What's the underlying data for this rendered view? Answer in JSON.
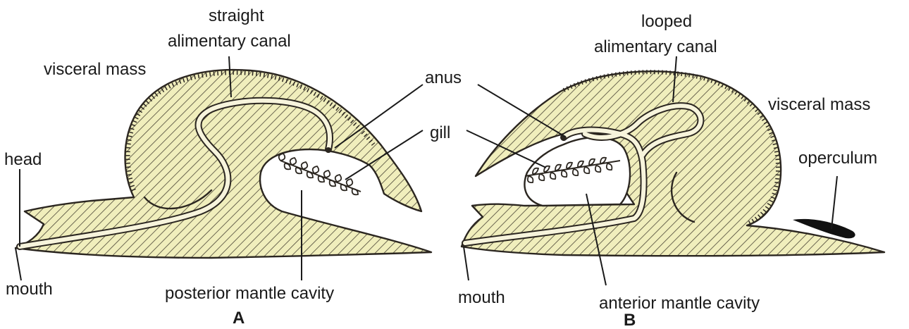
{
  "colors": {
    "tissue": "#f0eebc",
    "hatch": "#4a4536",
    "canal": "#f7f4dc",
    "operculum": "#111111"
  },
  "figure_a": {
    "caption": "A",
    "labels": {
      "straight_line1": "straight",
      "straight_line2": "alimentary canal",
      "visceral_mass": "visceral mass",
      "head": "head",
      "mouth": "mouth",
      "posterior_mantle_cavity": "posterior mantle cavity"
    }
  },
  "figure_b": {
    "caption": "B",
    "labels": {
      "looped_line1": "looped",
      "looped_line2": "alimentary canal",
      "visceral_mass": "visceral mass",
      "operculum": "operculum",
      "mouth": "mouth",
      "anterior_mantle_cavity": "anterior mantle cavity"
    }
  },
  "shared_labels": {
    "anus": "anus",
    "gill": "gill"
  }
}
